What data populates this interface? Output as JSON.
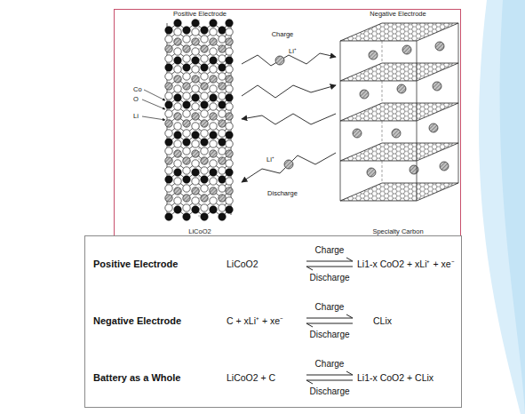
{
  "diagram": {
    "nodes": [
      {
        "text": [
          "Positive Electrode",
          "LiCoO2"
        ]
      },
      {
        "text": [
          "Negative Electrode",
          "Specialty Carbon"
        ]
      }
    ],
    "edges": [
      {
        "from": 0,
        "to": 1,
        "arrow": "to",
        "label": "Li⁺"
      },
      {
        "from": 0,
        "to": 1,
        "arrow": "to"
      },
      {
        "from": 1,
        "to": 0,
        "arrow": "to"
      },
      {
        "from": 1,
        "to": 0,
        "arrow": "to",
        "label": "Li⁺"
      }
    ],
    "labels": [
      "Charge",
      "Discharge",
      "Co",
      "O",
      "Li",
      "Positive Electrode",
      "LiCoO2",
      "Charge",
      "Discharge",
      "Li1-x CoO2 + xLi⁺ + xe⁻",
      "Negative Electrode",
      "C + xLi⁺ + xe⁻",
      "Charge",
      "Discharge",
      "CLix",
      "Battery as a Whole",
      "LiCoO2 + C",
      "Charge",
      "Discharge",
      "Li1-x CoO2 + CLix"
    ]
  }
}
